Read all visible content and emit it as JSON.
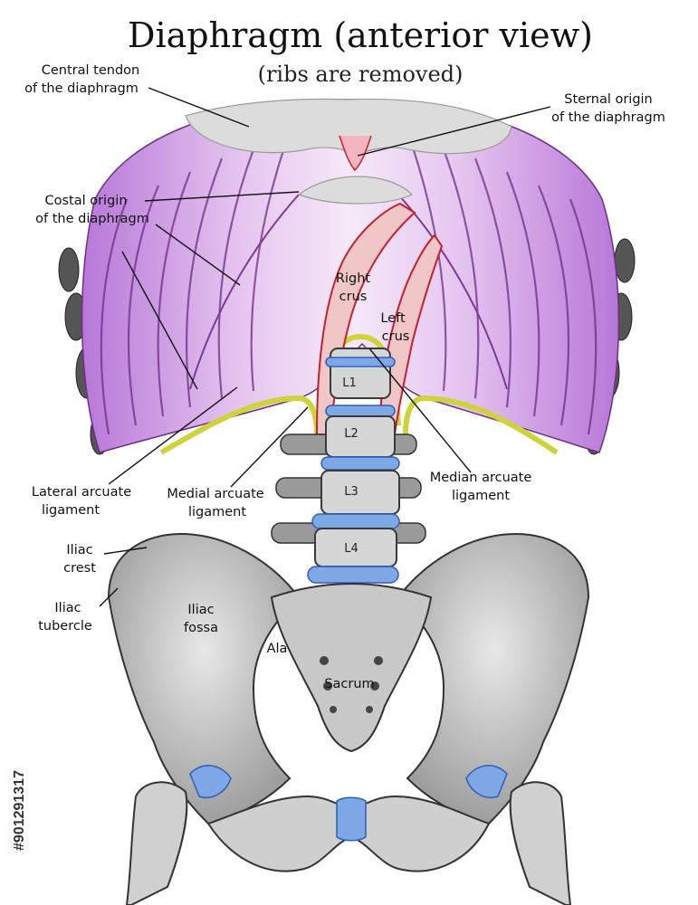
{
  "title": "Diaphragm (anterior view)",
  "subtitle": "(ribs are removed)",
  "labels": {
    "central_tendon_1": "Central tendon",
    "central_tendon_2": "of the diaphragm",
    "sternal_origin_1": "Sternal origin",
    "sternal_origin_2": "of the diaphragm",
    "costal_origin_1": "Costal origin",
    "costal_origin_2": "of the diaphragm",
    "right_crus_1": "Right",
    "right_crus_2": "crus",
    "left_crus_1": "Left",
    "left_crus_2": "crus",
    "lateral_arcuate_1": "Lateral arcuate",
    "lateral_arcuate_2": "ligament",
    "medial_arcuate_1": "Medial arcuate",
    "medial_arcuate_2": "ligament",
    "median_arcuate_1": "Median arcuate",
    "median_arcuate_2": "ligament",
    "iliac_crest_1": "Iliac",
    "iliac_crest_2": "crest",
    "iliac_tubercle_1": "Iliac",
    "iliac_tubercle_2": "tubercle",
    "iliac_fossa_1": "Iliac",
    "iliac_fossa_2": "fossa",
    "ala": "Ala",
    "sacrum": "Sacrum"
  },
  "vertebrae": [
    "L1",
    "L2",
    "L3",
    "L4"
  ],
  "watermark_id": "#901291317",
  "colors": {
    "muscle": "#c98ae0",
    "muscle_stripe": "#6b2d86",
    "crus": "#c5202e",
    "ligament": "#cfd33a",
    "disc": "#7ea7e6",
    "bone": "#d6d6d6"
  }
}
